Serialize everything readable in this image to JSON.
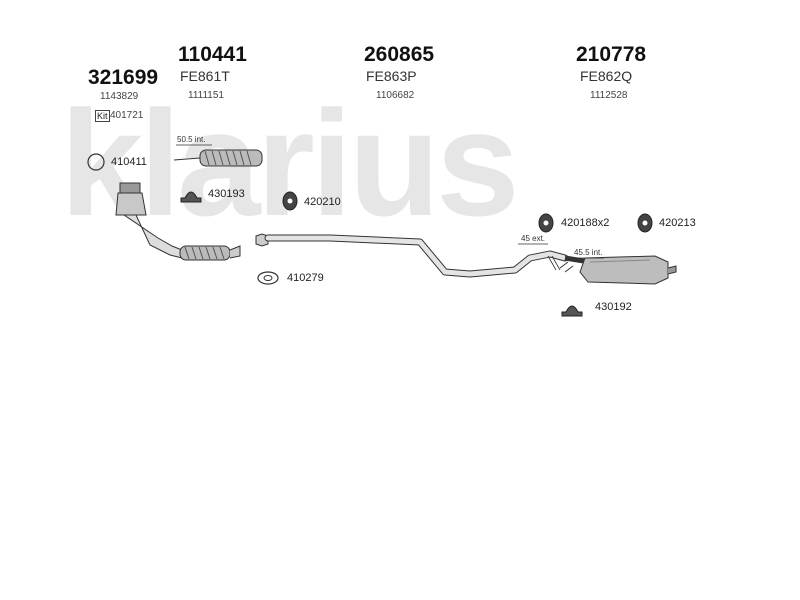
{
  "brand": {
    "watermark": "klarius"
  },
  "parts": [
    {
      "number": "321699",
      "code": "",
      "ref": "1143829",
      "kit_label": "Kit",
      "kit_ref": "401721"
    },
    {
      "number": "110441",
      "code": "FE861T",
      "ref": "1111151"
    },
    {
      "number": "260865",
      "code": "FE863P",
      "ref": "1106682"
    },
    {
      "number": "210778",
      "code": "FE862Q",
      "ref": "1112528"
    }
  ],
  "components": {
    "ring_410411": "410411",
    "clamp_430193": "430193",
    "mount_420210": "420210",
    "gasket_410279": "410279",
    "mount_420188": "420188x2",
    "mount_420213": "420213",
    "clamp_430192": "430192"
  },
  "measures": {
    "front_insert": "50.5 int.",
    "mid_ext": "45 ext.",
    "rear_int": "45.5 int."
  }
}
